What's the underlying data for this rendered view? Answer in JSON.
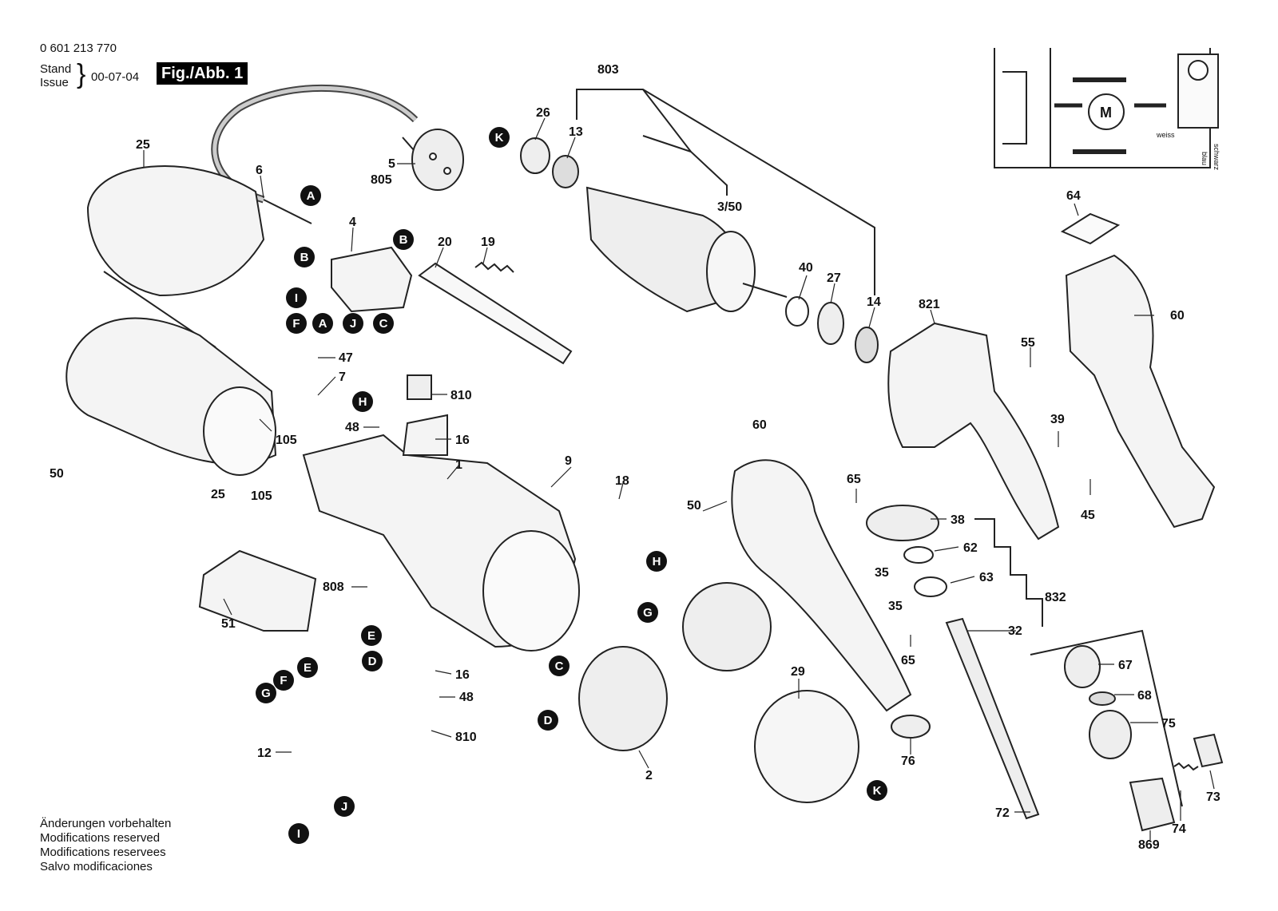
{
  "header": {
    "doc_number": "0 601 213 770",
    "stand": "Stand",
    "issue": "Issue",
    "date": "00-07-04",
    "figure": "Fig./Abb. 1"
  },
  "notes": [
    "Änderungen vorbehalten",
    "Modifications reserved",
    "Modifications reservees",
    "Salvo modificaciones"
  ],
  "schematic": {
    "motor": "M",
    "wire_labels": [
      "weiss",
      "blau",
      "schwarz"
    ]
  },
  "part_labels": [
    {
      "id": "lbl-803",
      "text": "803"
    },
    {
      "id": "lbl-26",
      "text": "26"
    },
    {
      "id": "lbl-13",
      "text": "13"
    },
    {
      "id": "lbl-5",
      "text": "5"
    },
    {
      "id": "lbl-805",
      "text": "805"
    },
    {
      "id": "lbl-25a",
      "text": "25"
    },
    {
      "id": "lbl-6",
      "text": "6"
    },
    {
      "id": "lbl-4",
      "text": "4"
    },
    {
      "id": "lbl-20",
      "text": "20"
    },
    {
      "id": "lbl-19",
      "text": "19"
    },
    {
      "id": "lbl-3-50",
      "text": "3/50"
    },
    {
      "id": "lbl-40",
      "text": "40"
    },
    {
      "id": "lbl-27",
      "text": "27"
    },
    {
      "id": "lbl-14",
      "text": "14"
    },
    {
      "id": "lbl-821",
      "text": "821"
    },
    {
      "id": "lbl-64",
      "text": "64"
    },
    {
      "id": "lbl-60a",
      "text": "60"
    },
    {
      "id": "lbl-55",
      "text": "55"
    },
    {
      "id": "lbl-47",
      "text": "47"
    },
    {
      "id": "lbl-7",
      "text": "7"
    },
    {
      "id": "lbl-810a",
      "text": "810"
    },
    {
      "id": "lbl-48a",
      "text": "48"
    },
    {
      "id": "lbl-16a",
      "text": "16"
    },
    {
      "id": "lbl-105a",
      "text": "105"
    },
    {
      "id": "lbl-50a",
      "text": "50"
    },
    {
      "id": "lbl-25b",
      "text": "25"
    },
    {
      "id": "lbl-105b",
      "text": "105"
    },
    {
      "id": "lbl-1",
      "text": "1"
    },
    {
      "id": "lbl-9",
      "text": "9"
    },
    {
      "id": "lbl-18",
      "text": "18"
    },
    {
      "id": "lbl-60b",
      "text": "60"
    },
    {
      "id": "lbl-39",
      "text": "39"
    },
    {
      "id": "lbl-45",
      "text": "45"
    },
    {
      "id": "lbl-65a",
      "text": "65"
    },
    {
      "id": "lbl-50b",
      "text": "50"
    },
    {
      "id": "lbl-38",
      "text": "38"
    },
    {
      "id": "lbl-62",
      "text": "62"
    },
    {
      "id": "lbl-35a",
      "text": "35"
    },
    {
      "id": "lbl-63",
      "text": "63"
    },
    {
      "id": "lbl-832",
      "text": "832"
    },
    {
      "id": "lbl-35b",
      "text": "35"
    },
    {
      "id": "lbl-32",
      "text": "32"
    },
    {
      "id": "lbl-808",
      "text": "808"
    },
    {
      "id": "lbl-51",
      "text": "51"
    },
    {
      "id": "lbl-16b",
      "text": "16"
    },
    {
      "id": "lbl-48b",
      "text": "48"
    },
    {
      "id": "lbl-810b",
      "text": "810"
    },
    {
      "id": "lbl-29",
      "text": "29"
    },
    {
      "id": "lbl-65b",
      "text": "65"
    },
    {
      "id": "lbl-67",
      "text": "67"
    },
    {
      "id": "lbl-68",
      "text": "68"
    },
    {
      "id": "lbl-75",
      "text": "75"
    },
    {
      "id": "lbl-76",
      "text": "76"
    },
    {
      "id": "lbl-2",
      "text": "2"
    },
    {
      "id": "lbl-12",
      "text": "12"
    },
    {
      "id": "lbl-72",
      "text": "72"
    },
    {
      "id": "lbl-73",
      "text": "73"
    },
    {
      "id": "lbl-74",
      "text": "74"
    },
    {
      "id": "lbl-869",
      "text": "869"
    }
  ],
  "connector_markers": [
    {
      "id": "mk-K1",
      "text": "K"
    },
    {
      "id": "mk-A1",
      "text": "A"
    },
    {
      "id": "mk-B1",
      "text": "B"
    },
    {
      "id": "mk-B2",
      "text": "B"
    },
    {
      "id": "mk-I1",
      "text": "I"
    },
    {
      "id": "mk-F1",
      "text": "F"
    },
    {
      "id": "mk-A2",
      "text": "A"
    },
    {
      "id": "mk-J1",
      "text": "J"
    },
    {
      "id": "mk-C1",
      "text": "C"
    },
    {
      "id": "mk-H1",
      "text": "H"
    },
    {
      "id": "mk-H2",
      "text": "H"
    },
    {
      "id": "mk-G1",
      "text": "G"
    },
    {
      "id": "mk-E1",
      "text": "E"
    },
    {
      "id": "mk-D1",
      "text": "D"
    },
    {
      "id": "mk-C2",
      "text": "C"
    },
    {
      "id": "mk-D2",
      "text": "D"
    },
    {
      "id": "mk-G2",
      "text": "G"
    },
    {
      "id": "mk-F2",
      "text": "F"
    },
    {
      "id": "mk-E2",
      "text": "E"
    },
    {
      "id": "mk-J2",
      "text": "J"
    },
    {
      "id": "mk-I2",
      "text": "I"
    },
    {
      "id": "mk-K2",
      "text": "K"
    }
  ]
}
